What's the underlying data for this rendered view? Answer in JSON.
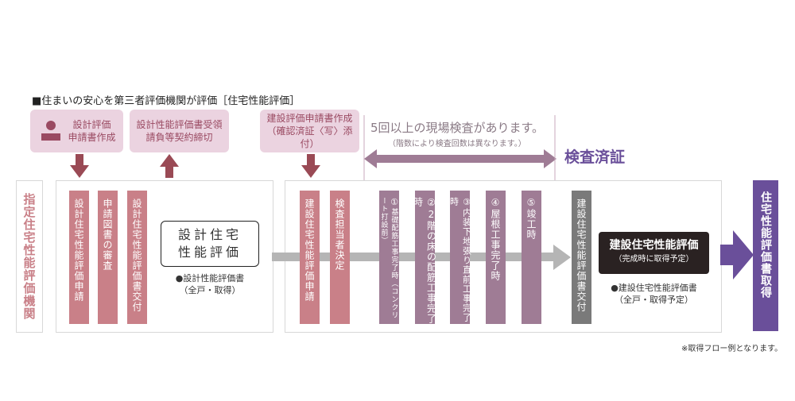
{
  "title": "■住まいの安心を第三者評価機関が評価［住宅性能評価］",
  "top_boxes": {
    "design_application": {
      "line1": "設計評価",
      "line2": "申請書作成"
    },
    "design_receipt": {
      "line1": "設計性能評価書受領",
      "line2": "請負等契約締切"
    },
    "construction_application": {
      "line1": "建設評価申請書作成",
      "line2": "（確認済証〈写〉添付）"
    }
  },
  "inspection_note": {
    "headline": "5回以上の現場検査があります。",
    "sub": "（階数により検査回数は異なります。）"
  },
  "inspection_certificate": "検査済証",
  "agency_label": "指定住宅性能評価機関",
  "design_steps": [
    "設計住宅性能評価申請",
    "申請図書の審査",
    "設計住宅性能評価書交付"
  ],
  "design_result": {
    "box_line1": "設計住宅",
    "box_line2": "性能評価",
    "doc_line1": "●設計性能評価書",
    "doc_line2": "（全戸・取得）"
  },
  "construction_steps": [
    "建設住宅性能評価申請",
    "検査担当者決定"
  ],
  "inspections": [
    {
      "num": "①",
      "label": "基礎配筋工事完了時（コンクリート打設前）"
    },
    {
      "num": "②",
      "label": "2階の床の配筋工事完了時"
    },
    {
      "num": "③",
      "label": "内装下地張り直前工事完了時"
    },
    {
      "num": "④",
      "label": "屋根工事完了時"
    },
    {
      "num": "⑤",
      "label": "竣工時"
    }
  ],
  "construction_issue": "建設住宅性能評価書交付",
  "construction_result": {
    "box_line1": "建設住宅性能評価",
    "box_line2": "（完成時に取得予定）",
    "doc_line1": "●建設住宅性能評価書",
    "doc_line2": "（全戸・取得予定）"
  },
  "final": "住宅性能評価書取得",
  "footnote": "※取得フロー例となります。",
  "colors": {
    "pink_box": "#ebd3e0",
    "pink_bar": "#c98088",
    "mauve_bar": "#9f7c95",
    "gray_bar": "#7a7a7a",
    "purple": "#6a4f9a",
    "dark_box": "#2a2222"
  }
}
